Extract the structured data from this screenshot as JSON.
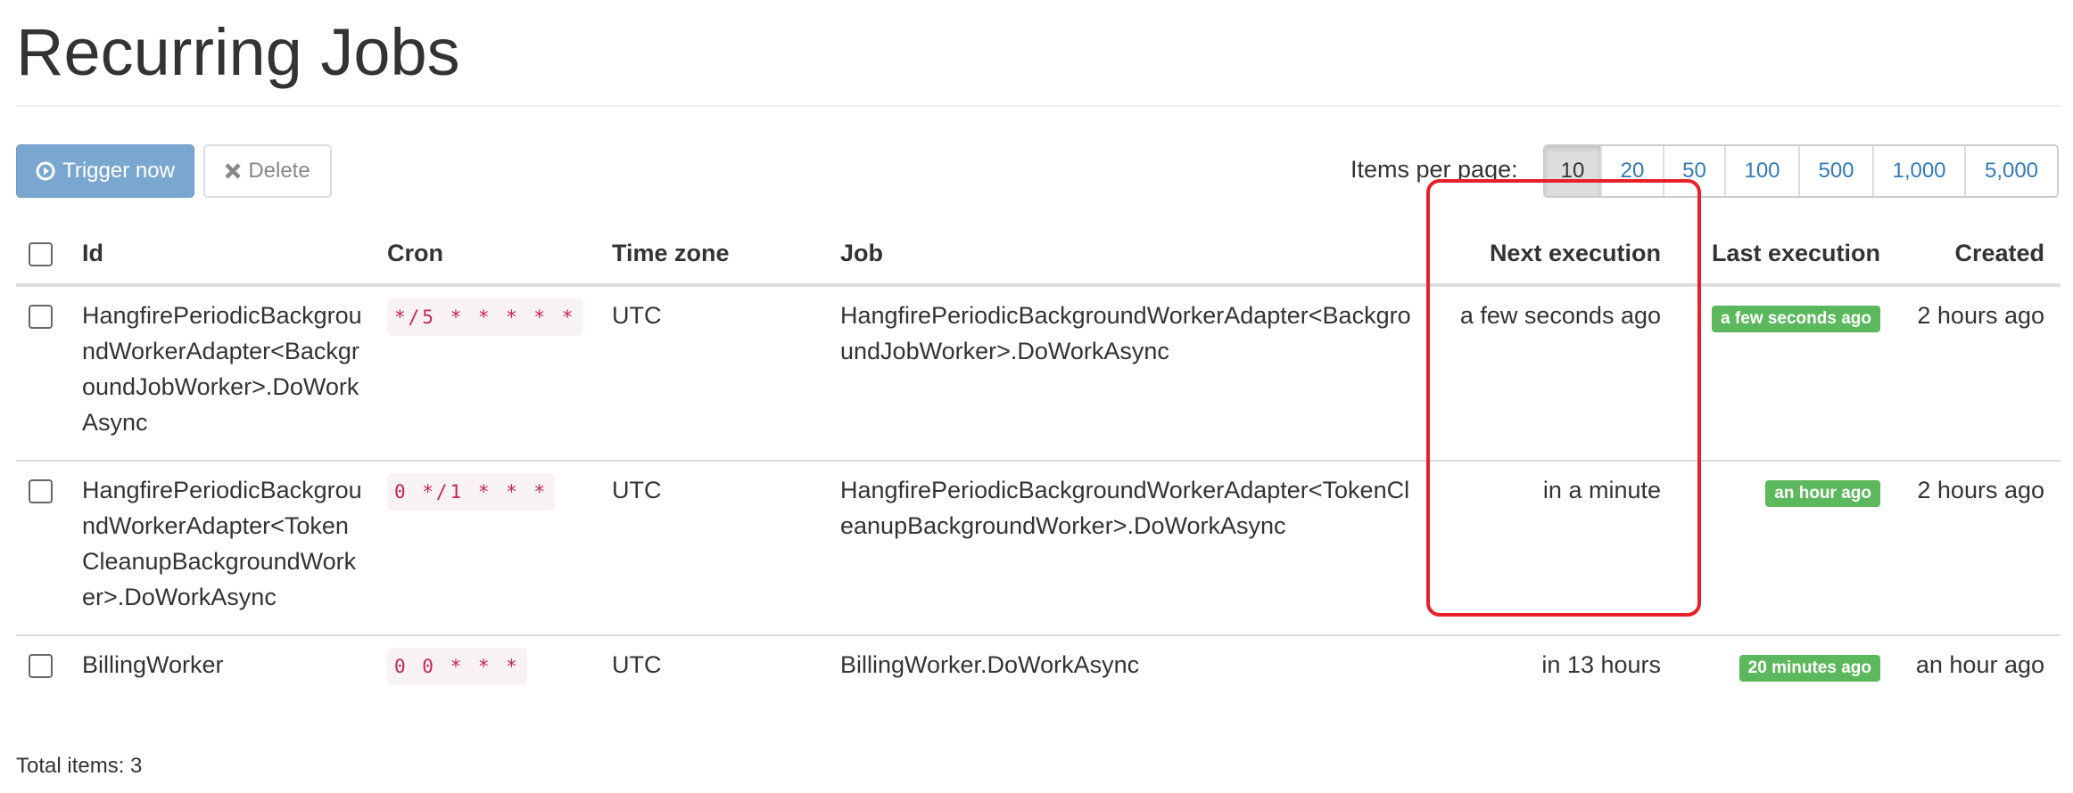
{
  "page_title": "Recurring Jobs",
  "toolbar": {
    "trigger_label": "Trigger now",
    "delete_label": "Delete"
  },
  "pagination": {
    "label": "Items per page:",
    "options": [
      "10",
      "20",
      "50",
      "100",
      "500",
      "1,000",
      "5,000"
    ],
    "selected": "10"
  },
  "table": {
    "headers": {
      "id": "Id",
      "cron": "Cron",
      "timezone": "Time zone",
      "job": "Job",
      "next": "Next execution",
      "last": "Last execution",
      "created": "Created"
    },
    "rows": [
      {
        "id": "HangfirePeriodicBackgroundWorkerAdapter<BackgroundJobWorker>.DoWorkAsync",
        "cron": "*/5 * * * * *",
        "timezone": "UTC",
        "job": "HangfirePeriodicBackgroundWorkerAdapter<BackgroundJobWorker>.DoWorkAsync",
        "next": "a few seconds ago",
        "last": "a few seconds ago",
        "created": "2 hours ago"
      },
      {
        "id": "HangfirePeriodicBackgroundWorkerAdapter<TokenCleanupBackgroundWorker>.DoWorkAsync",
        "cron": "0 */1 * * *",
        "timezone": "UTC",
        "job": "HangfirePeriodicBackgroundWorkerAdapter<TokenCleanupBackgroundWorker>.DoWorkAsync",
        "next": "in a minute",
        "last": "an hour ago",
        "created": "2 hours ago"
      },
      {
        "id": "BillingWorker",
        "cron": "0 0 * * *",
        "timezone": "UTC",
        "job": "BillingWorker.DoWorkAsync",
        "next": "in 13 hours",
        "last": "20 minutes ago",
        "created": "an hour ago"
      }
    ]
  },
  "footer": {
    "total": "Total items: 3"
  },
  "colors": {
    "primary": "#7aa7cf",
    "success": "#5cb85c",
    "cron": "#c7254e",
    "highlight": "#e8202a"
  }
}
